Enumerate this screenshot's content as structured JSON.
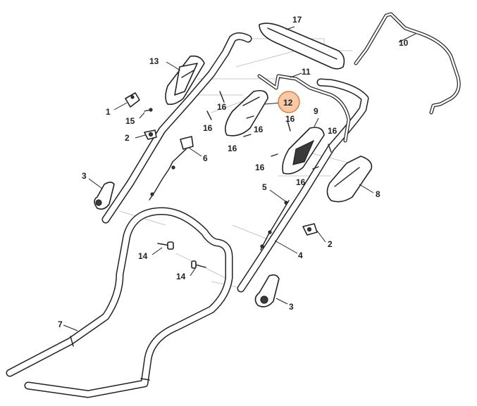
{
  "callouts": {
    "c1": "1",
    "c2a": "2",
    "c2b": "2",
    "c3a": "3",
    "c3b": "3",
    "c4": "4",
    "c5": "5",
    "c6": "6",
    "c7": "7",
    "c8": "8",
    "c9": "9",
    "c10": "10",
    "c11": "11",
    "c12": "12",
    "c13": "13",
    "c14a": "14",
    "c14b": "14",
    "c15": "15",
    "c16a": "16",
    "c16b": "16",
    "c16c": "16",
    "c16d": "16",
    "c16e": "16",
    "c16f": "16",
    "c16g": "16",
    "c16h": "16",
    "c17": "17"
  },
  "highlight": {
    "part": "12",
    "color": "#e07b3c",
    "fill": "#f6c9a7"
  }
}
